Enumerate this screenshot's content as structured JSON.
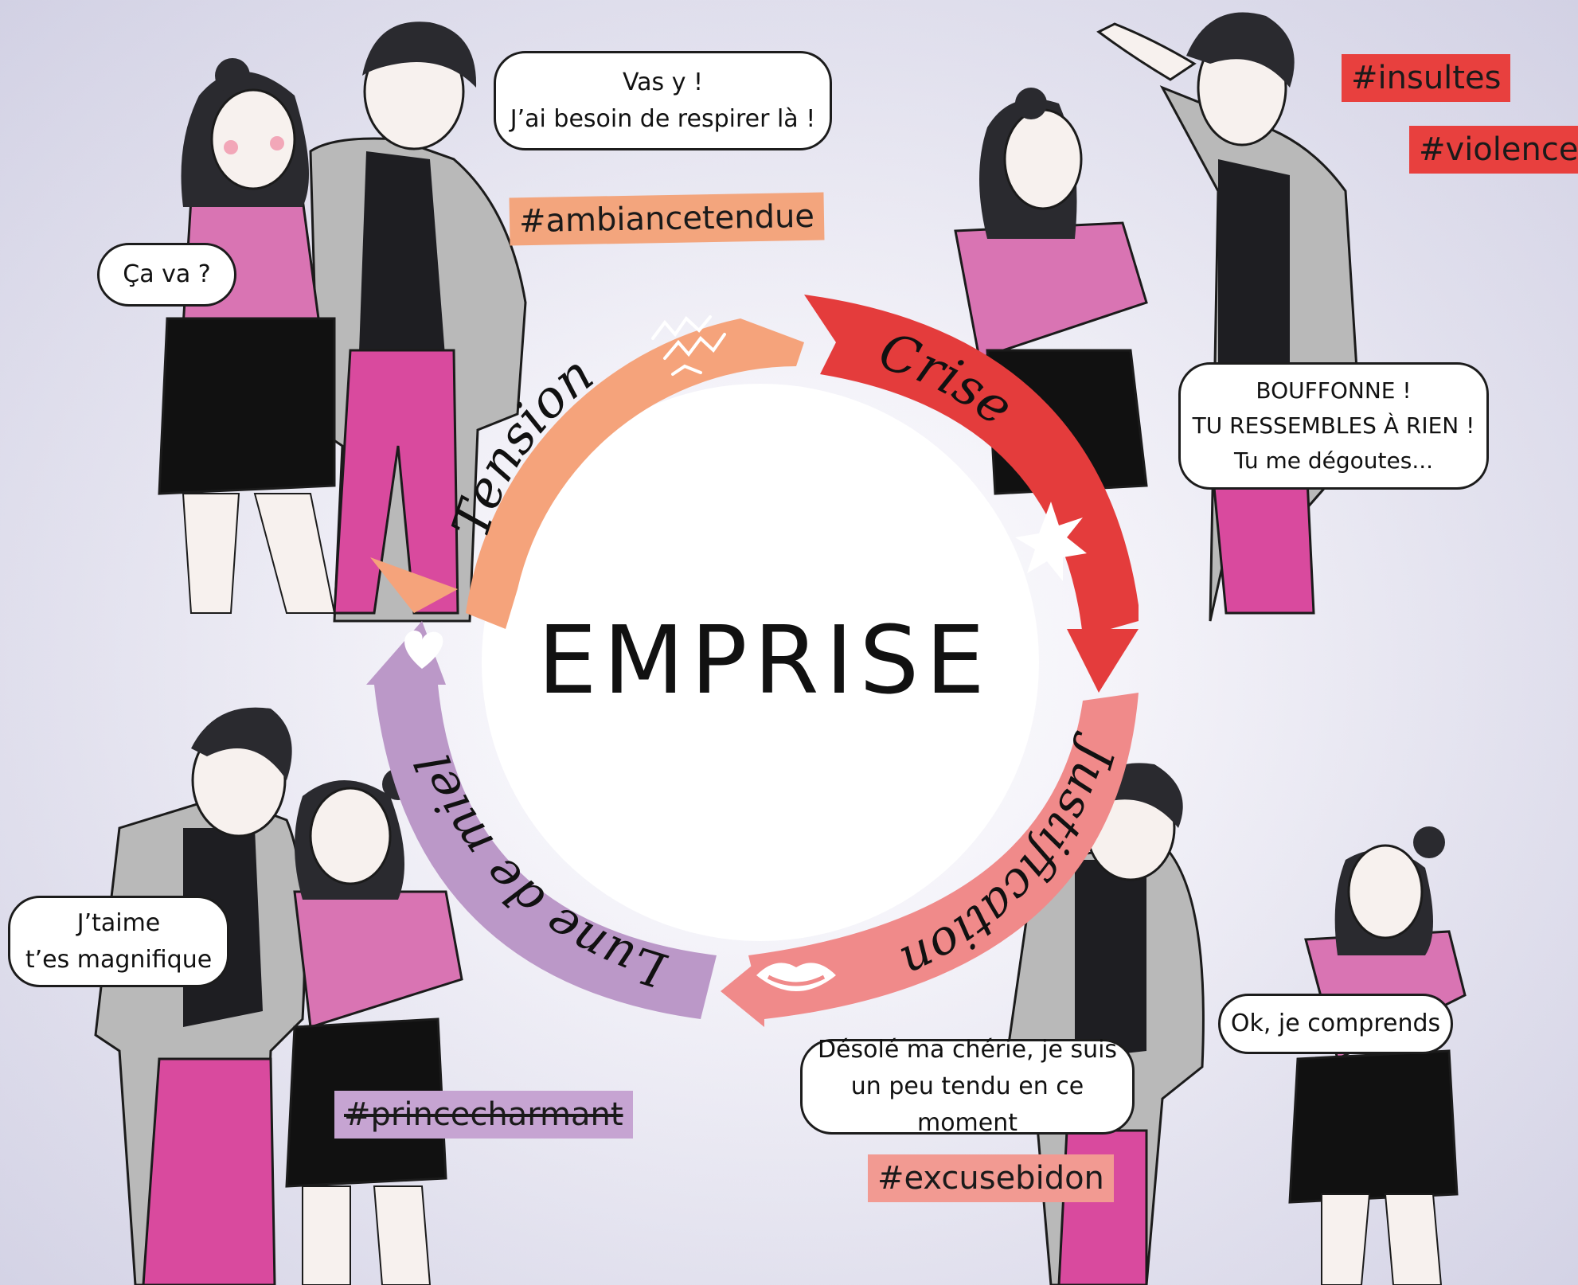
{
  "title": "EMPRISE",
  "cycle": [
    {
      "id": "tension",
      "label": "Tension",
      "color": "#f5a37b",
      "icon": "zigzag-lines-icon"
    },
    {
      "id": "crise",
      "label": "Crise",
      "color": "#e43c3c",
      "icon": "burst-star-icon"
    },
    {
      "id": "justification",
      "label": "Justification",
      "color": "#f08a8a",
      "icon": "mouth-lips-icon"
    },
    {
      "id": "lune",
      "label": "Lune de miel",
      "color": "#bb98c8",
      "icon": "heart-icon"
    }
  ],
  "bubbles": {
    "tension_girl": "Ça va ?",
    "tension_boy": [
      "Vas y !",
      "J’ai besoin de respirer là !"
    ],
    "crise_boy": [
      "BOUFFONNE !",
      "TU RESSEMBLES À RIEN !",
      "Tu me dégoutes..."
    ],
    "justification_boy": [
      "Désolé ma chérie, je suis",
      "un peu tendu en ce moment"
    ],
    "justification_girl": "Ok, je comprends",
    "lune_boy": [
      "J’taime",
      "t’es magnifique"
    ]
  },
  "tags": {
    "ambiance": {
      "text": "#ambiancetendue",
      "color": "#f3a57d"
    },
    "insultes": {
      "text": "#insultes",
      "color": "#e8403e"
    },
    "violence": {
      "text": "#violence",
      "color": "#e8403e"
    },
    "excuse": {
      "text": "#excusebidon",
      "color": "#f29a92"
    },
    "prince": {
      "text": "#princecharmant",
      "color": "#c6a4d2"
    }
  },
  "palette": {
    "shirt_pink": "#d974b3",
    "pants_magenta": "#d94a9e",
    "jacket_grey": "#b9b9b9",
    "hair_dark": "#2a2a2f",
    "skin": "#f7f1ee",
    "outline": "#1b1b1b"
  }
}
